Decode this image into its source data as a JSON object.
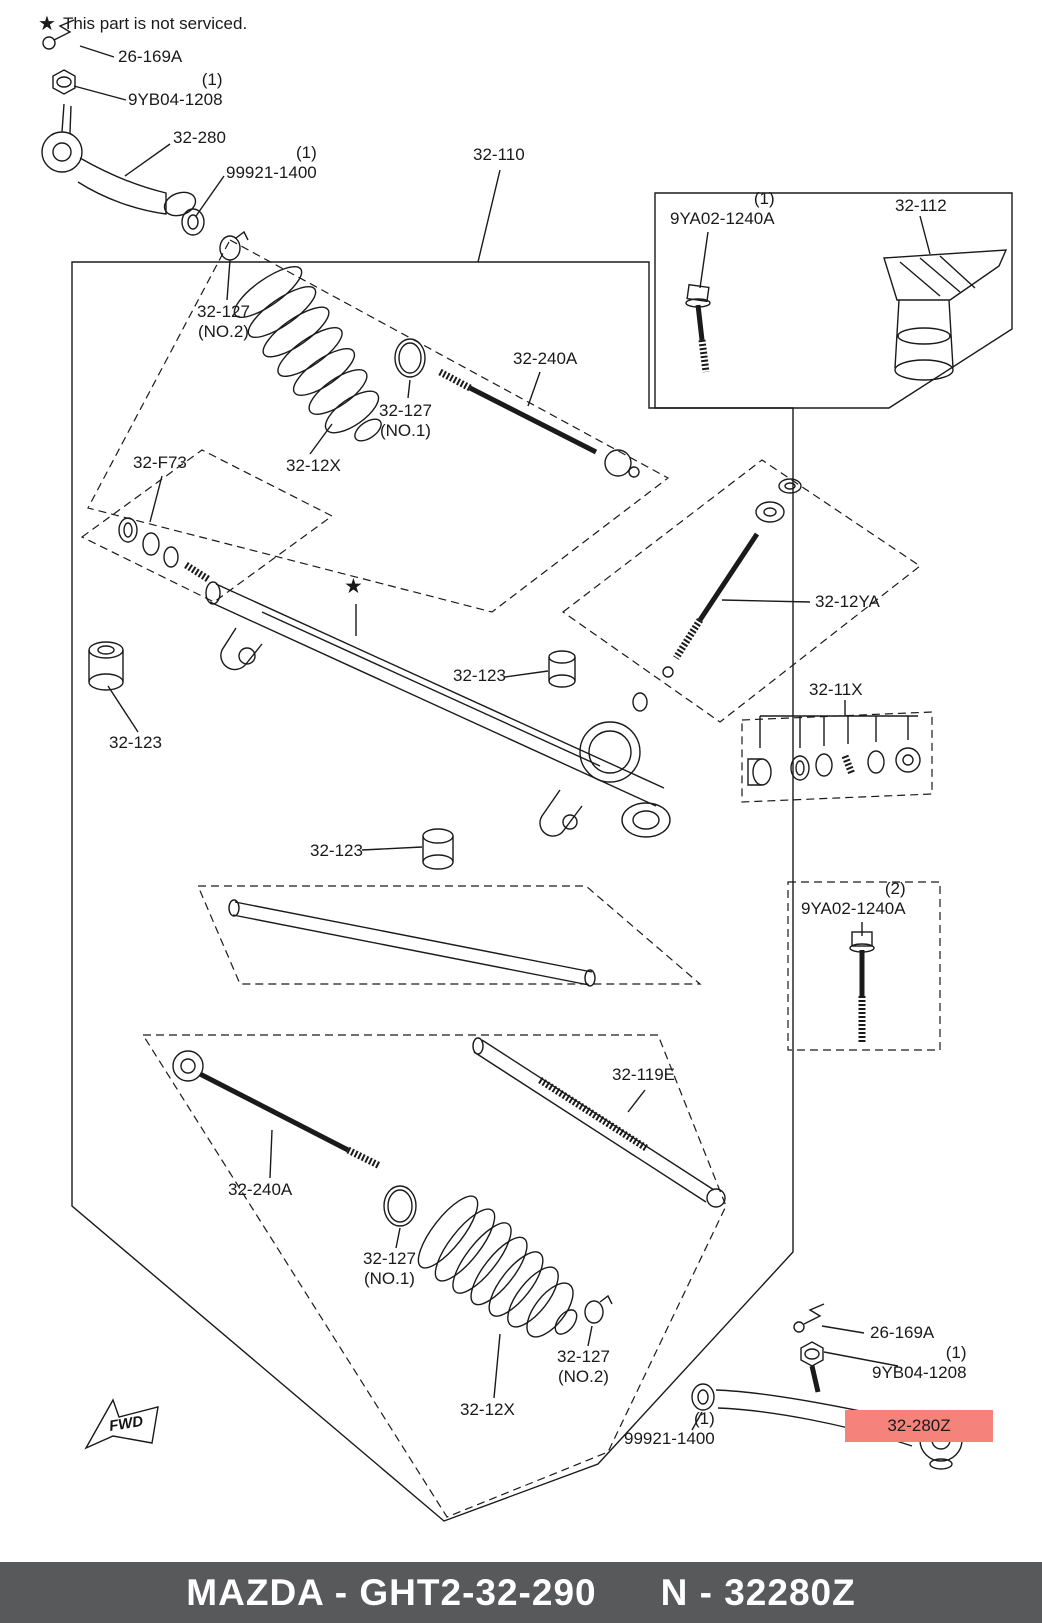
{
  "note": {
    "star": "★",
    "text": "This part is not serviced."
  },
  "diagram_star": "★",
  "fwd_label": "FWD",
  "labels": {
    "cotter_top": {
      "part": "26-169A"
    },
    "nut_top": {
      "qty": "(1)",
      "part": "9YB04-1208"
    },
    "tie_rod_end_top": {
      "part": "32-280"
    },
    "washer_top": {
      "qty": "(1)",
      "part": "99921-1400"
    },
    "gear_assembly": {
      "part": "32-110"
    },
    "bolt_top": {
      "qty": "(1)",
      "part": "9YA02-1240A"
    },
    "hole_cover": {
      "part": "32-112"
    },
    "clamp_no2_top": {
      "part": "32-127",
      "sub": "(NO.2)"
    },
    "inner_rod_top": {
      "part": "32-240A"
    },
    "clamp_no1_top": {
      "part": "32-127",
      "sub": "(NO.1)"
    },
    "boot_top": {
      "part": "32-12X"
    },
    "seal_kit": {
      "part": "32-F73"
    },
    "pinion_shaft": {
      "part": "32-12YA"
    },
    "mount_center": {
      "part": "32-123"
    },
    "valve_seal_kit": {
      "part": "32-11X"
    },
    "mount_left": {
      "part": "32-123"
    },
    "mount_lower": {
      "part": "32-123"
    },
    "bolt_right": {
      "qty": "(2)",
      "part": "9YA02-1240A"
    },
    "rack_tube": {
      "part": "32-119E"
    },
    "inner_rod_bottom": {
      "part": "32-240A"
    },
    "clamp_no1_bottom": {
      "part": "32-127",
      "sub": "(NO.1)"
    },
    "clamp_no2_bottom": {
      "part": "32-127",
      "sub": "(NO.2)"
    },
    "boot_bottom": {
      "part": "32-12X"
    },
    "cotter_bottom": {
      "part": "26-169A"
    },
    "nut_bottom": {
      "qty": "(1)",
      "part": "9YB04-1208"
    },
    "washer_bottom": {
      "qty": "(1)",
      "part": "99921-1400"
    },
    "tie_rod_end_bottom": {
      "part": "32-280Z",
      "highlighted": true
    }
  },
  "footer": {
    "model": "MAZDA - GHT2-32-290",
    "part_no": "N - 32280Z"
  },
  "colors": {
    "highlight": "#f5827b",
    "footer-bg": "#58595b",
    "ink": "#1a1a1a"
  }
}
